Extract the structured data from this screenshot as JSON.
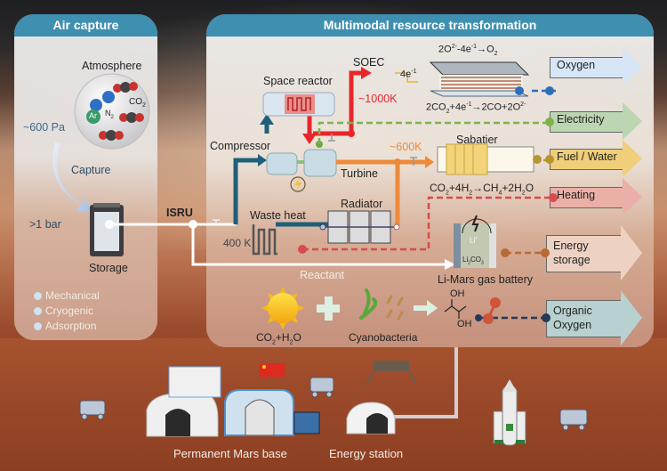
{
  "air_capture": {
    "title": "Air capture",
    "atmosphere_label": "Atmosphere",
    "molecules": [
      "N2",
      "CO2",
      "Ar"
    ],
    "pressure_low": "~600 Pa",
    "capture_label": "Capture",
    "pressure_high": ">1 bar",
    "storage_label": "Storage",
    "methods": [
      "Mechanical",
      "Cryogenic",
      "Adsorption"
    ]
  },
  "isru_label": "ISRU",
  "multimodal": {
    "title": "Multimodal resource transformation",
    "space_reactor": "Space reactor",
    "soec": "SOEC",
    "temp_1000": "~1000K",
    "temp_600": "~600K",
    "temp_400": "400 K",
    "electron": "4e",
    "soec_anode_eq": "2O2- - 4e- → O2",
    "soec_cathode_eq": "2CO2+4e- → 2CO+2O2-",
    "compressor": "Compressor",
    "turbine": "Turbine",
    "sabatier": "Sabatier",
    "sabatier_eq": "CO2+4H2 → CH4+2H2O",
    "radiator": "Radiator",
    "waste_heat": "Waste heat",
    "reactant": "Reactant",
    "battery": "Li-Mars gas battery",
    "battery_ions": [
      "Li+",
      "Li2CO3"
    ],
    "co2_h2o": "CO2+H2O",
    "cyanobacteria": "Cyanobacteria",
    "diol_oh": "OH"
  },
  "outputs": [
    {
      "label": "Oxygen",
      "color": "#d7e6f6",
      "dot": "#2f6fb8"
    },
    {
      "label": "Electricity",
      "color": "#bcd6b2",
      "dot": "#6ca83d"
    },
    {
      "label": "Fuel / Water",
      "color": "#f0cf7a",
      "dot": "#b8952e"
    },
    {
      "label": "Heating",
      "color": "#eab0a8",
      "dot": "#d94b4b"
    },
    {
      "label": "Energy storage",
      "label_lines": [
        "Energy",
        "storage"
      ],
      "color": "#edd2c3",
      "dot": "#b86a35"
    },
    {
      "label": "Organic Oxygen",
      "label_lines": [
        "Organic",
        "Oxygen"
      ],
      "color": "#b9d0d0",
      "dot": "#233a5a"
    }
  ],
  "colors": {
    "panel_header": "#3f8fb0",
    "hot_loop": "#e8262a",
    "warm_loop": "#ee8a3a",
    "cool_loop": "#1f5f7a"
  },
  "base": {
    "permanent_base": "Permanent Mars base",
    "energy_station": "Energy station"
  }
}
